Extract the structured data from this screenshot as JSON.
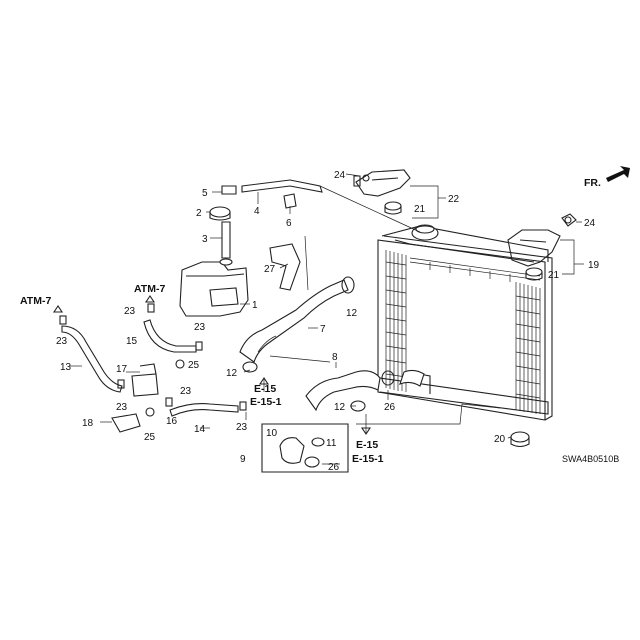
{
  "callouts": [
    {
      "id": "c24a",
      "text": "24"
    },
    {
      "id": "c22",
      "text": "22"
    },
    {
      "id": "c21a",
      "text": "21"
    },
    {
      "id": "c5",
      "text": "5"
    },
    {
      "id": "c4",
      "text": "4"
    },
    {
      "id": "c6",
      "text": "6"
    },
    {
      "id": "c2",
      "text": "2"
    },
    {
      "id": "c3",
      "text": "3"
    },
    {
      "id": "c27",
      "text": "27"
    },
    {
      "id": "c1",
      "text": "1"
    },
    {
      "id": "c23a",
      "text": "23"
    },
    {
      "id": "c23b",
      "text": "23"
    },
    {
      "id": "c15",
      "text": "15"
    },
    {
      "id": "c23c",
      "text": "23"
    },
    {
      "id": "c7",
      "text": "7"
    },
    {
      "id": "c12a",
      "text": "12"
    },
    {
      "id": "c8",
      "text": "8"
    },
    {
      "id": "c12b",
      "text": "12"
    },
    {
      "id": "c13",
      "text": "13"
    },
    {
      "id": "c17",
      "text": "17"
    },
    {
      "id": "c25a",
      "text": "25"
    },
    {
      "id": "c23d",
      "text": "23"
    },
    {
      "id": "c23e",
      "text": "23"
    },
    {
      "id": "c16",
      "text": "16"
    },
    {
      "id": "c18",
      "text": "18"
    },
    {
      "id": "c25b",
      "text": "25"
    },
    {
      "id": "c14",
      "text": "14"
    },
    {
      "id": "c23f",
      "text": "23"
    },
    {
      "id": "c12c",
      "text": "12"
    },
    {
      "id": "c26a",
      "text": "26"
    },
    {
      "id": "c10",
      "text": "10"
    },
    {
      "id": "c11",
      "text": "11"
    },
    {
      "id": "c9",
      "text": "9"
    },
    {
      "id": "c26b",
      "text": "26"
    },
    {
      "id": "c24b",
      "text": "24"
    },
    {
      "id": "c19",
      "text": "19"
    },
    {
      "id": "c21b",
      "text": "21"
    },
    {
      "id": "c20",
      "text": "20"
    }
  ],
  "references": {
    "atm7_left": "ATM-7",
    "atm7_mid": "ATM-7",
    "e15_a": "E-15",
    "e151_a": "E-15-1",
    "e15_b": "E-15",
    "e151_b": "E-15-1",
    "fr": "FR."
  },
  "diagram_code": "SWA4B0510B"
}
